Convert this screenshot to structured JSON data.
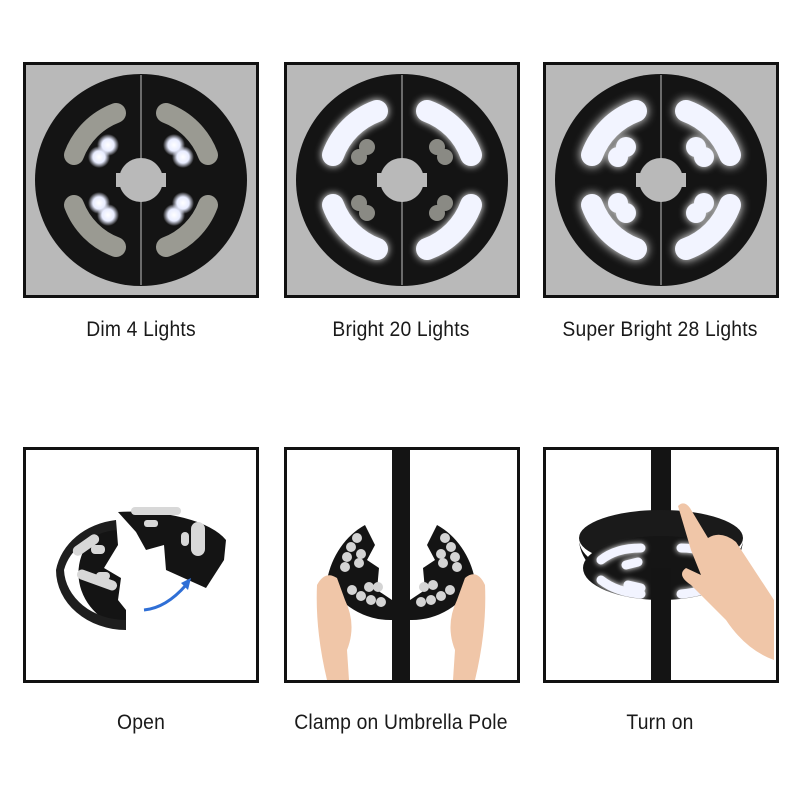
{
  "colors": {
    "panel_gray": "#b9b9b9",
    "frame": "#111111",
    "light_body": "#141414",
    "led_on": "#f2f4ff",
    "led_off": "#9a9a92",
    "arrow": "#2f6fd6",
    "skin": "#f0c6a8"
  },
  "modes": [
    {
      "label": "Dim 4 Lights",
      "lit_inner": 4,
      "lit_outer": 0
    },
    {
      "label": "Bright 20 Lights",
      "lit_inner": 0,
      "lit_outer": 20
    },
    {
      "label": "Super Bright 28 Lights",
      "lit_inner": 8,
      "lit_outer": 20
    }
  ],
  "steps": [
    {
      "label": "Open",
      "illustration": "open-halves-with-arrow"
    },
    {
      "label": "Clamp on Umbrella Pole",
      "illustration": "hands-clamping-on-pole"
    },
    {
      "label": "Turn on",
      "illustration": "finger-pressing-light"
    }
  ]
}
